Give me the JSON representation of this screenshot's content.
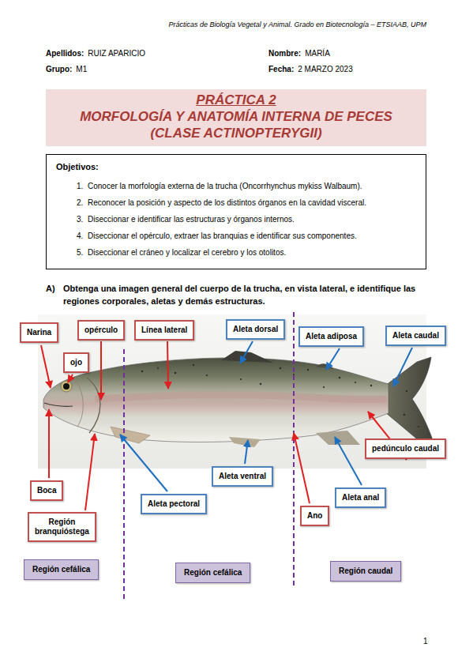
{
  "diagram": {
    "nodes": [
      {
        "text": [
          "PRÁCTICA 2",
          "MORFOLOGÍA Y ANATOMÍA INTERNA DE PECES (CLASE ACTINOPTERYGII)"
        ]
      },
      {
        "text": [
          "Objetivos:",
          "1.",
          "Conocer la morfología externa de la trucha (Oncorrhynchus mykiss Walbaum).",
          "2.",
          "Reconocer la posición y aspecto de los distintos órganos en la cavidad visceral.",
          "3.",
          "Diseccionar e identificar las estructuras y órganos internos.",
          "4.",
          "Diseccionar el opérculo, extraer las branquias e identificar sus componentes.",
          "5.",
          "Diseccionar el cráneo y localizar el cerebro y los otolitos."
        ]
      },
      {
        "text": [
          "Narina"
        ]
      },
      {
        "text": [
          "opérculo"
        ]
      },
      {
        "text": [
          "Línea lateral"
        ]
      },
      {
        "text": [
          "Aleta dorsal"
        ]
      },
      {
        "text": [
          "Aleta adiposa"
        ]
      },
      {
        "text": [
          "Aleta caudal"
        ]
      },
      {
        "text": [
          "ojo"
        ]
      },
      {
        "text": [
          "pedúnculo caudal"
        ]
      },
      {
        "text": [
          "Aleta ventral"
        ]
      },
      {
        "text": [
          "Boca"
        ]
      },
      {
        "text": [
          "Aleta anal"
        ]
      },
      {
        "text": [
          "Aleta pectoral"
        ]
      },
      {
        "text": [
          "Ano"
        ]
      },
      {
        "text": [
          "Región branquióstega"
        ]
      },
      {
        "text": [
          "Región cefálica"
        ]
      },
      {
        "text": [
          "Región cefálica"
        ]
      },
      {
        "text": [
          "Región caudal"
        ]
      }
    ],
    "labels": [
      "Prácticas de Biología Vegetal y Animal. Grado en Biotecnología – ETSIAAB, UPM",
      "Apellidos:",
      "RUIZ APARICIO",
      "Nombre:",
      "MARÍA",
      "Grupo:",
      "M1",
      "Fecha:",
      "2 MARZO 2023",
      "A)",
      "Obtenga una imagen general del cuerpo de la trucha, en vista lateral, e identifique las regiones corporales, aletas y demás estructuras.",
      "1"
    ]
  }
}
